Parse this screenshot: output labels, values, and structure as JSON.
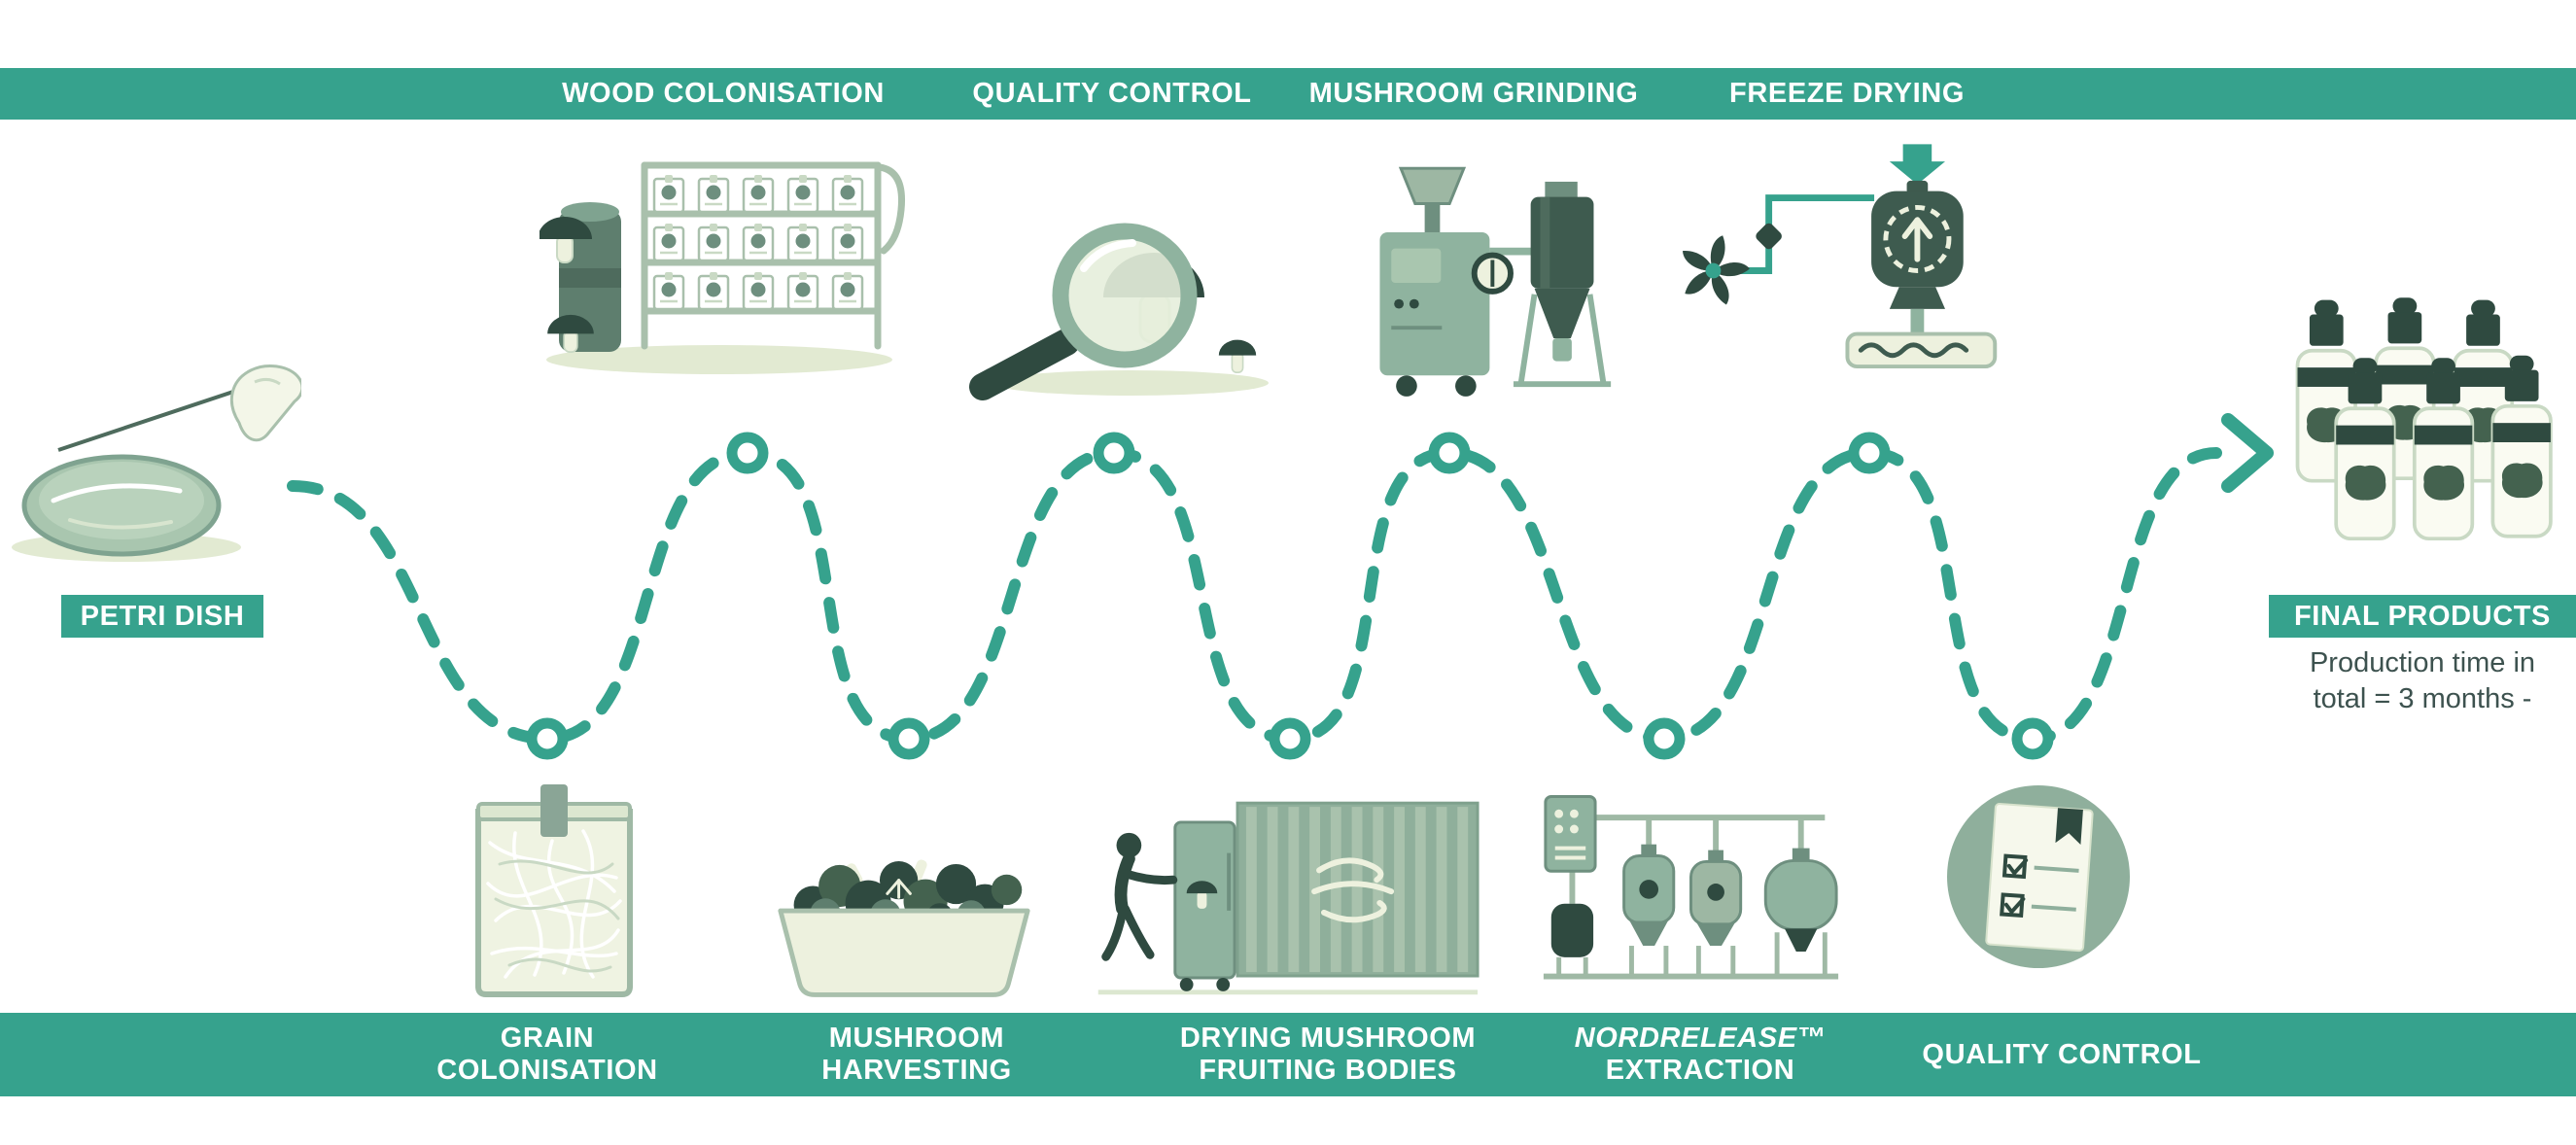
{
  "colors": {
    "teal": "#36A28D",
    "dark_green": "#2F4A40",
    "deep_sage": "#3E5B4F",
    "mid_green": "#5E7E6E",
    "sage": "#8FB39F",
    "light_sage": "#A9C0AC",
    "cream": "#EDF1DE",
    "pale_ground": "#E2EAD2",
    "note_text": "#3D524F",
    "white": "#FFFFFF"
  },
  "top_bar": {
    "labels": [
      "WOOD COLONISATION",
      "QUALITY CONTROL",
      "MUSHROOM GRINDING",
      "FREEZE DRYING"
    ]
  },
  "petri": {
    "label": "PETRI DISH"
  },
  "final": {
    "label": "FINAL PRODUCTS",
    "note1": "Production time in",
    "note2": "total = 3 months -"
  },
  "bottom_bar": {
    "labels": [
      {
        "line1": "GRAIN",
        "line2": "COLONISATION"
      },
      {
        "line1": "MUSHROOM",
        "line2": "HARVESTING"
      },
      {
        "line1": "DRYING MUSHROOM",
        "line2": "FRUITING BODIES"
      },
      {
        "line1": "NORDRELEASE™",
        "line2": "EXTRACTION"
      },
      {
        "line1": "QUALITY CONTROL",
        "line2": ""
      }
    ]
  },
  "illustrations": [
    "petri-dish-illustration",
    "wood-colonisation-illustration",
    "quality-control-magnifier-illustration",
    "mushroom-grinder-illustration",
    "freeze-dryer-illustration",
    "final-product-bottles-illustration",
    "grain-colonisation-bag-illustration",
    "mushroom-harvest-tray-illustration",
    "drying-container-illustration",
    "extraction-tanks-illustration",
    "quality-control-checklist-illustration",
    "process-path",
    "flow-arrow-icon"
  ]
}
